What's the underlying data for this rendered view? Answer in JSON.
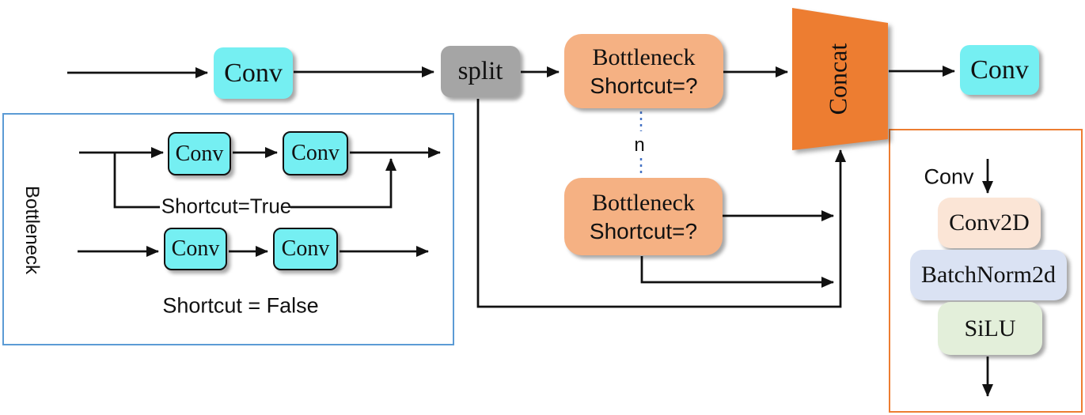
{
  "colors": {
    "cyan_box": "#75EFF2",
    "gray_box": "#A5A5A5",
    "orange_box": "#F5B183",
    "concat_orange": "#ED7D31",
    "blue_frame": "#5B9BD5",
    "orange_frame": "#ED7D31",
    "conv2d_fill": "#FBE5D6",
    "batchnorm_fill": "#DAE2F3",
    "silu_fill": "#E3EFDA",
    "dashed_line_blue": "#4472C4",
    "line_black": "#111111"
  },
  "top_flow": {
    "conv_in": "Conv",
    "split": "split",
    "bottleneck_top": {
      "line1": "Bottleneck",
      "line2": "Shortcut=?"
    },
    "repeat_label": "n",
    "bottleneck_n": {
      "line1": "Bottleneck",
      "line2": "Shortcut=?"
    },
    "concat": "Concat",
    "conv_out": "Conv"
  },
  "bottleneck_inset": {
    "side_title": "Bottleneck",
    "shortcut_true": {
      "conv1": "Conv",
      "conv2": "Conv",
      "label": "Shortcut=True"
    },
    "shortcut_false": {
      "conv1": "Conv",
      "conv2": "Conv",
      "label": "Shortcut = False"
    }
  },
  "conv_legend": {
    "title": "Conv",
    "layers": [
      "Conv2D",
      "BatchNorm2d",
      "SiLU"
    ]
  }
}
